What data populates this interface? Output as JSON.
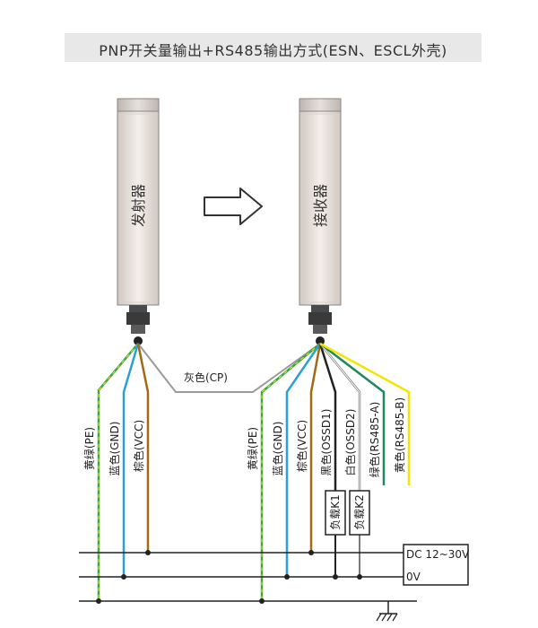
{
  "title": "PNP开关量输出+RS485输出方式(ESN、ESCL外壳)",
  "emitter": {
    "label": "发射器"
  },
  "receiver": {
    "label": "接收器"
  },
  "cp_cable": "灰色(CP)",
  "emitter_wires": [
    "黄绿(PE)",
    "蓝色(GND)",
    "棕色(VCC)"
  ],
  "receiver_wires": [
    "黄绿(PE)",
    "蓝色(GND)",
    "棕色(VCC)",
    "黑色(OSSD1)",
    "白色(OSSD2)",
    "绿色(RS485-A)",
    "黄色(RS485-B)"
  ],
  "loads": [
    "负载K1",
    "负载K2"
  ],
  "power": {
    "dc": "DC 12~30V",
    "zero": "0V"
  },
  "colors": {
    "yellow_green": "#3aa64a",
    "blue": "#2aa0d8",
    "brown": "#a06a14",
    "gray": "#9a9a9a",
    "black": "#222222",
    "green": "#1e8a5a",
    "yellow": "#f2e600"
  }
}
